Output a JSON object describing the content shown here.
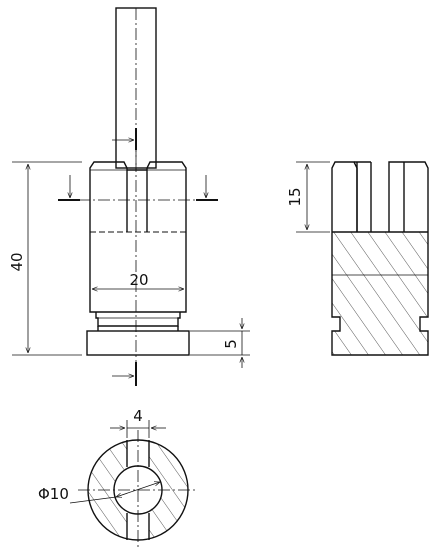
{
  "dimensions": {
    "height_total": "40",
    "width_body": "20",
    "slot_depth": "15",
    "flange_height": "5",
    "slot_width": "4",
    "bore_diameter": "Φ10"
  }
}
